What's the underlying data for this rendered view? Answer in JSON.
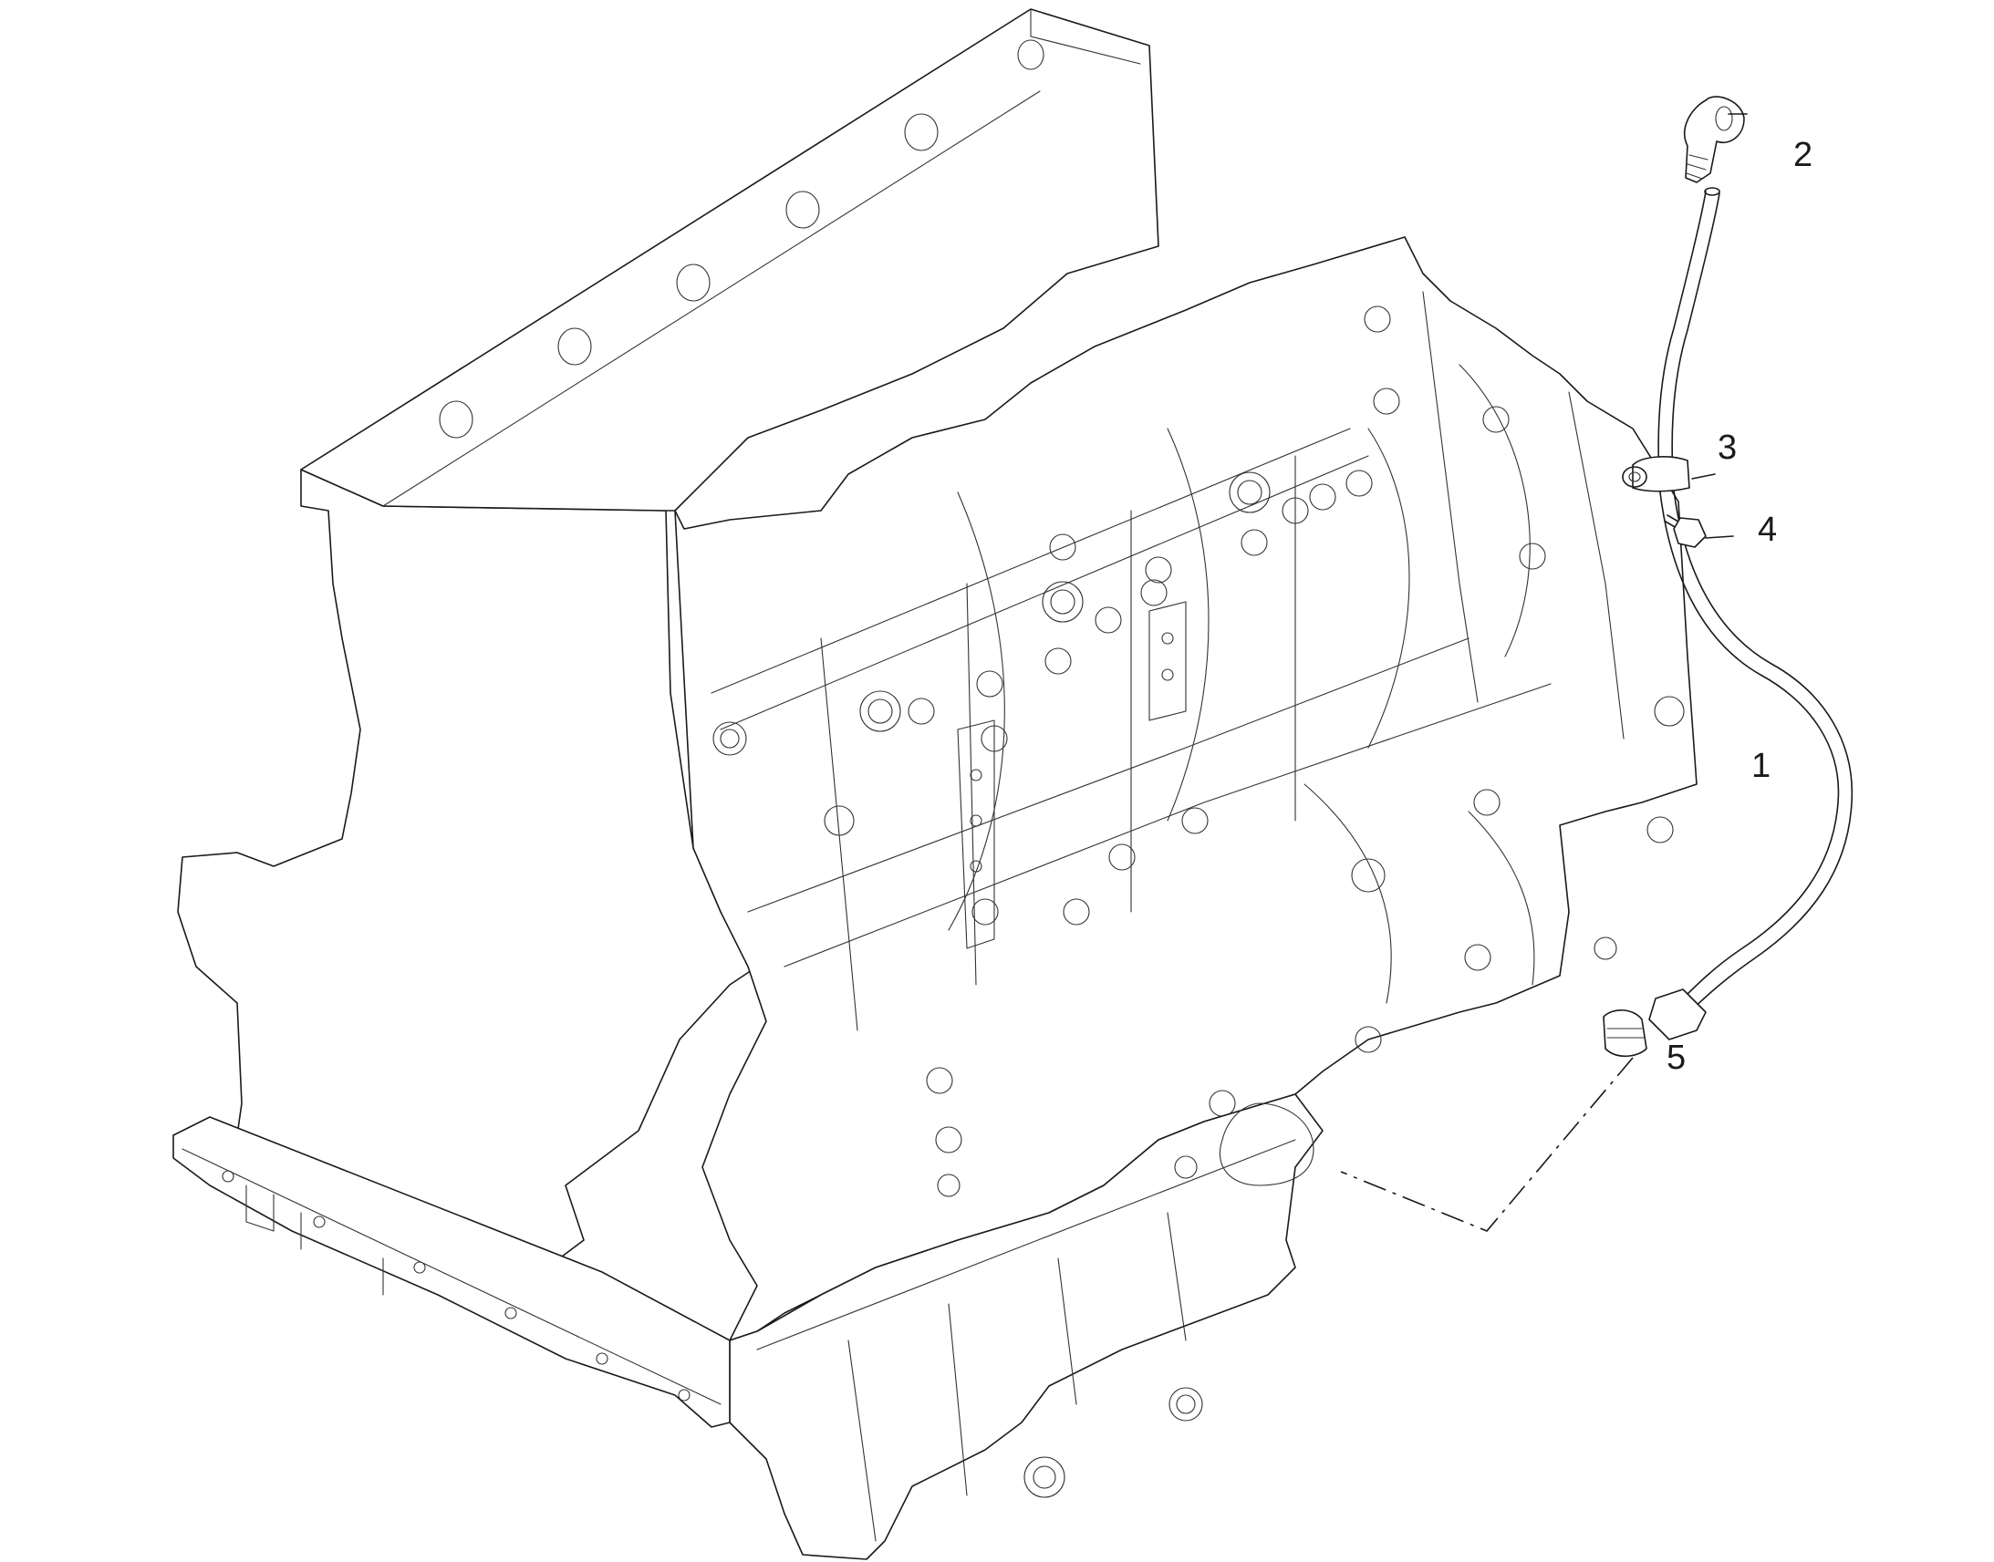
{
  "callouts": [
    {
      "id": "1",
      "label": "1"
    },
    {
      "id": "2",
      "label": "2"
    },
    {
      "id": "3",
      "label": "3"
    },
    {
      "id": "4",
      "label": "4"
    },
    {
      "id": "5",
      "label": "5"
    }
  ],
  "colors": {
    "line": "#1a1a1a",
    "background": "#ffffff"
  }
}
